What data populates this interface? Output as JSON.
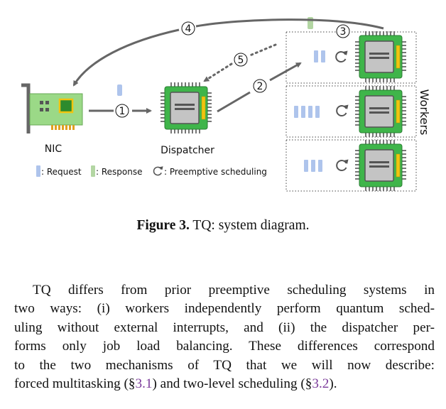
{
  "diagram": {
    "labels": {
      "nic": "NIC",
      "dispatcher": "Dispatcher",
      "workers": "Workers"
    },
    "step_numbers": [
      "1",
      "2",
      "3",
      "4",
      "5"
    ],
    "legend": {
      "request": ": Request",
      "response": ": Response",
      "preemptive": ": Preemptive scheduling"
    },
    "colors": {
      "request": "#aec4ec",
      "response": "#b3d6a3",
      "chip_green": "#3fb54a",
      "chip_core": "#c0c0c0",
      "chip_accent": "#f1c40f",
      "arrow": "#666666"
    }
  },
  "caption": {
    "label": "Figure 3.",
    "text": "TQ: system diagram."
  },
  "paragraph": {
    "lines": [
      "TQ differs from prior preemptive scheduling systems in",
      "two ways: (i) workers independently perform quantum sched-",
      "uling without external interrupts, and (ii) the dispatcher per-",
      "forms only job load balancing. These differences correspond",
      "to the two mechanisms of TQ that we will now describe:"
    ],
    "last_line_start": "forced multitasking (§",
    "ref1": "3.1",
    "last_line_mid": ") and two-level scheduling (§",
    "ref2": "3.2",
    "last_line_end": ")."
  }
}
